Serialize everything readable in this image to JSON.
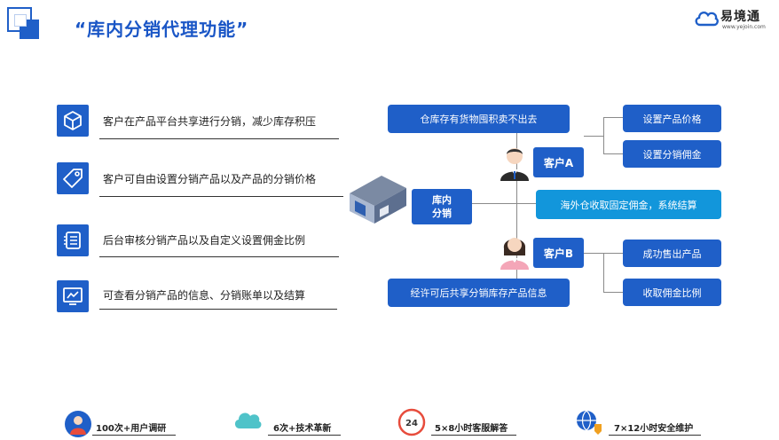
{
  "header": {
    "title": "“库内分销代理功能”",
    "logo_text": "易境通",
    "logo_url": "www.yejoin.com"
  },
  "features": [
    {
      "icon": "cube-icon",
      "text": "客户在产品平台共享进行分销，减少库存积压"
    },
    {
      "icon": "price-tag-icon",
      "text": "客户可自由设置分销产品以及产品的分销价格"
    },
    {
      "icon": "checklist-icon",
      "text": "后台审核分销产品以及自定义设置佣金比例"
    },
    {
      "icon": "chart-monitor-icon",
      "text": "可查看分销产品的信息、分销账单以及结算"
    }
  ],
  "diagram": {
    "warehouse_label_1": "库内",
    "warehouse_label_2": "分销",
    "top_box": "仓库存有货物囤积卖不出去",
    "customer_a": "客户A",
    "customer_b": "客户B",
    "a_right_1": "设置产品价格",
    "a_right_2": "设置分销佣金",
    "middle_box": "海外仓收取固定佣金，系统结算",
    "b_right_1": "成功售出产品",
    "b_right_2": "收取佣金比例",
    "bottom_box": "经许可后共享分销库存产品信息"
  },
  "footer": [
    {
      "icon": "user-research-icon",
      "text": "100次+用户调研"
    },
    {
      "icon": "cloud-icon",
      "text": "6次+技术革新"
    },
    {
      "icon": "clock-24-icon",
      "text": "5×8小时客服解答"
    },
    {
      "icon": "globe-shield-icon",
      "text": "7×12小时安全维护"
    }
  ],
  "colors": {
    "primary": "#1f5fc8",
    "accent": "#1296db"
  }
}
